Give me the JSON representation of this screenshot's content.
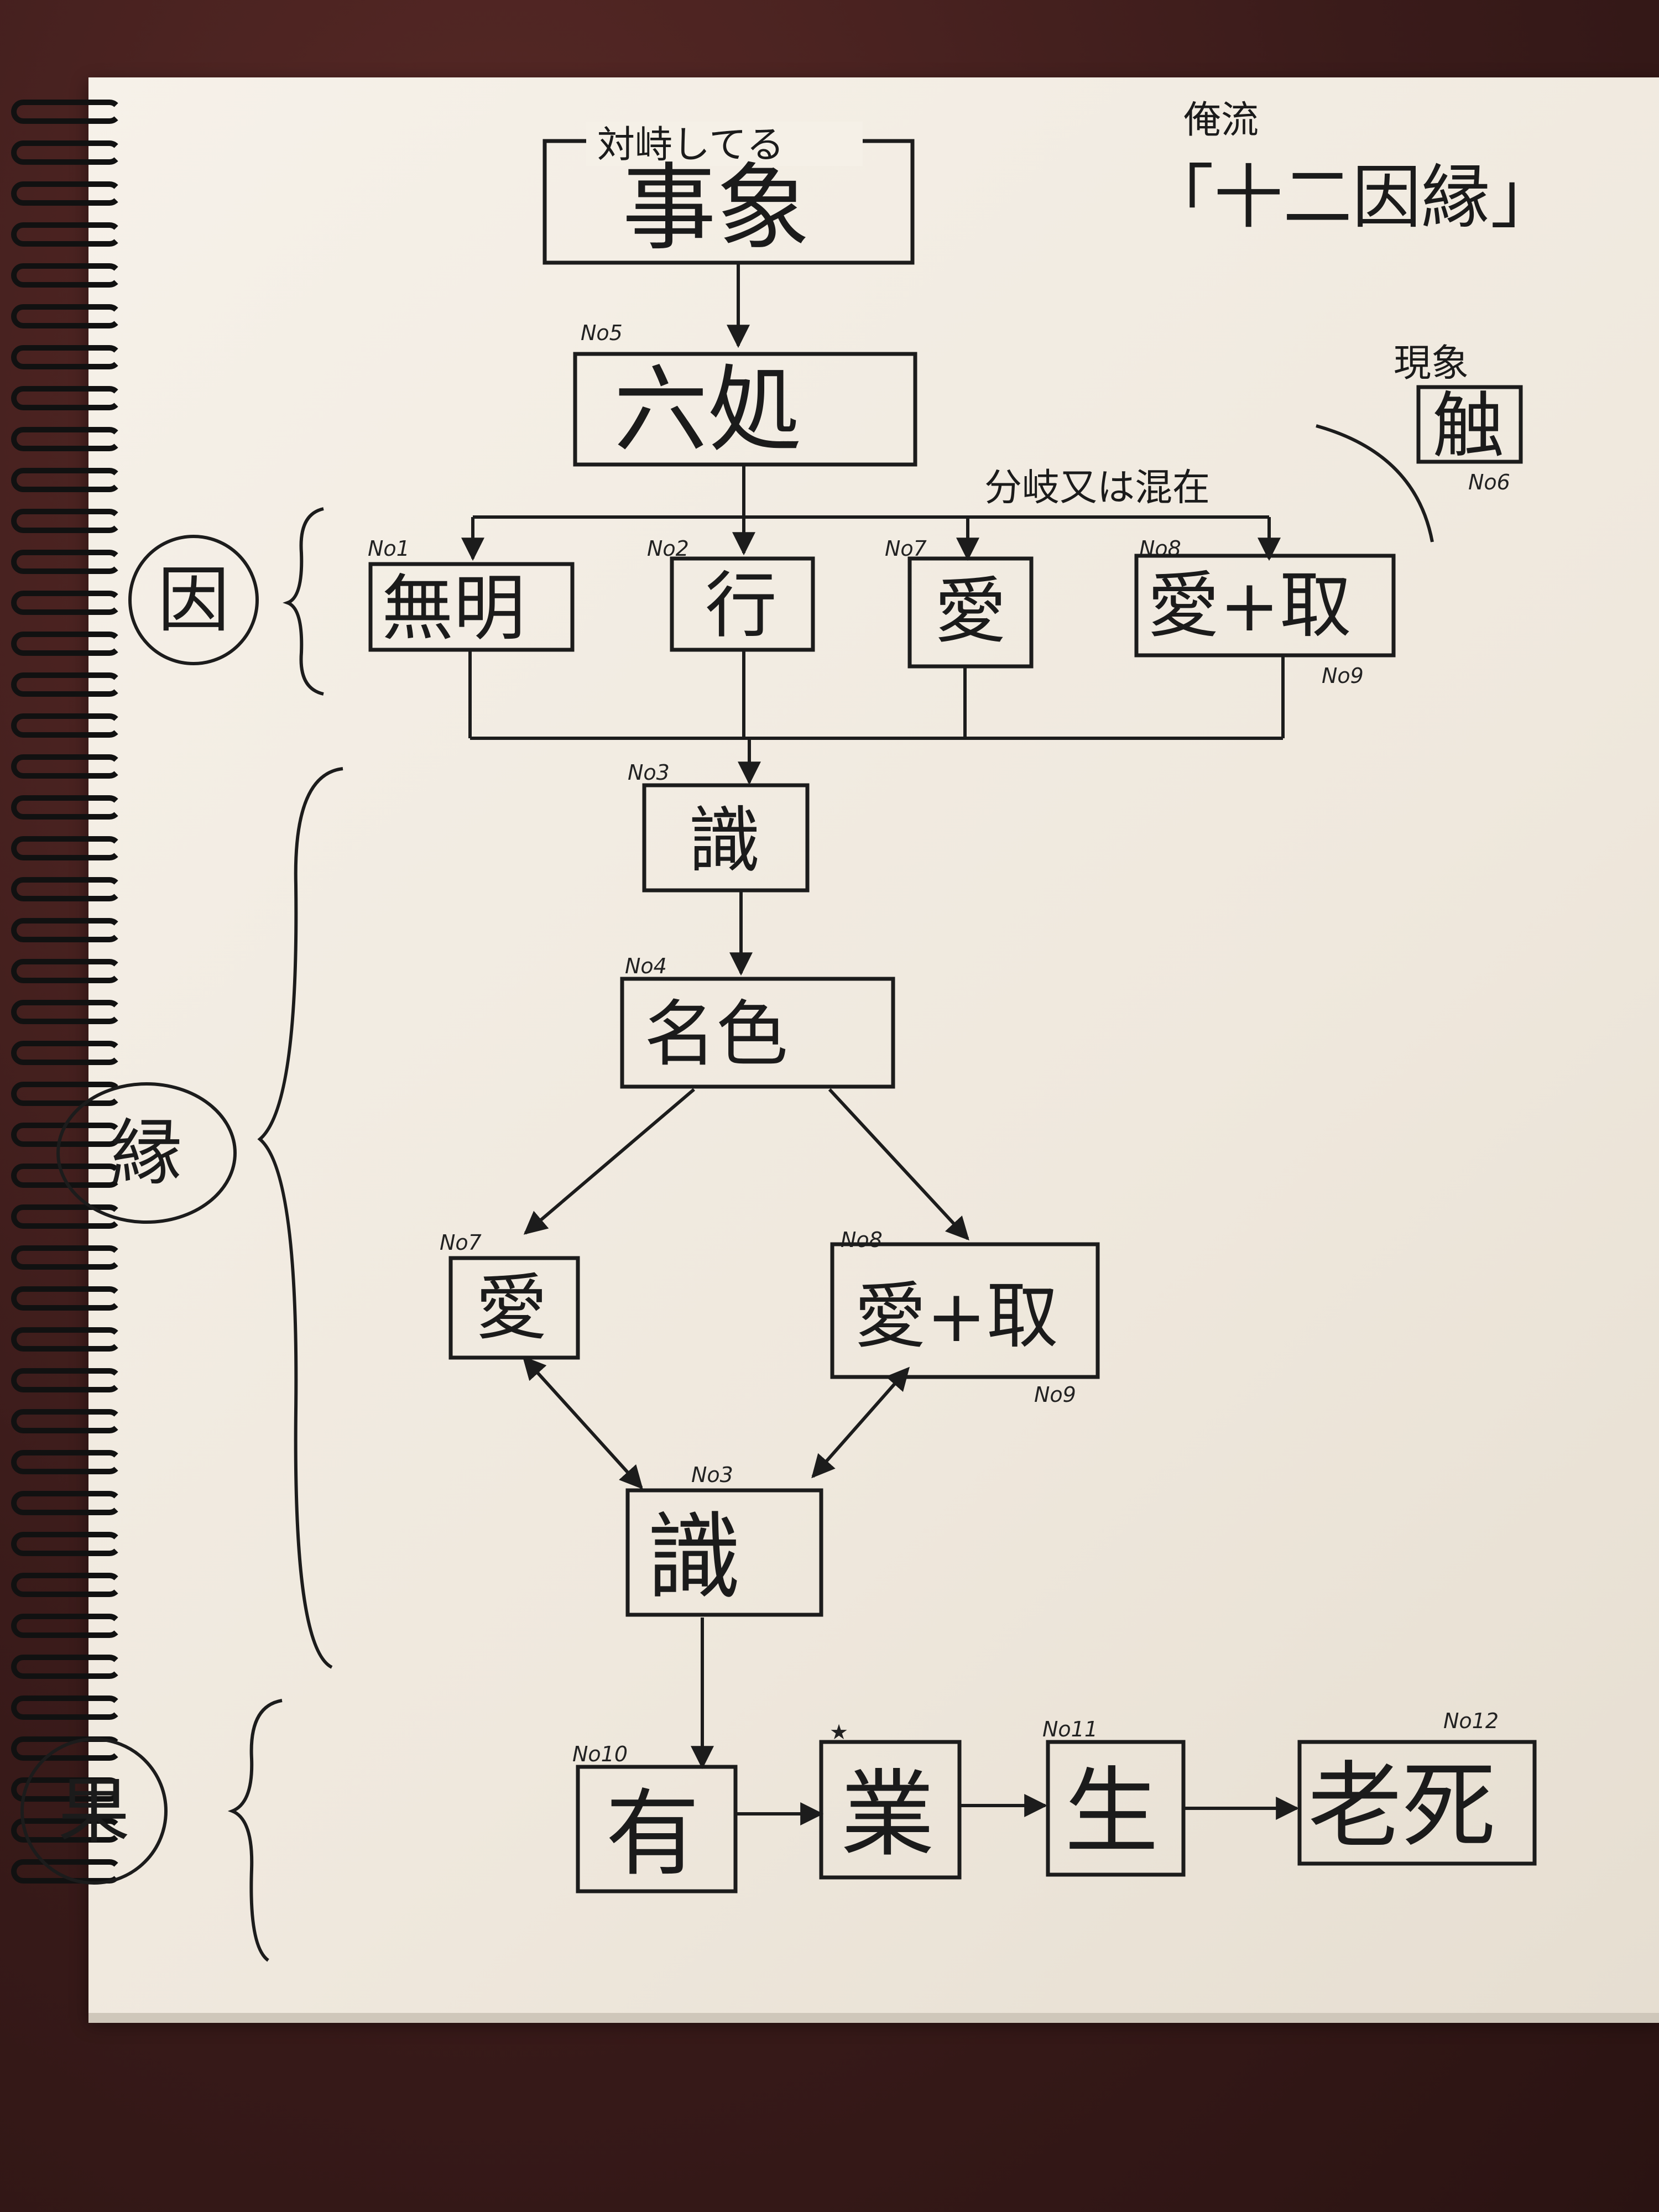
{
  "title": {
    "line1": "俺流",
    "line2": "「十二因縁」"
  },
  "top_label": "対峙してる",
  "nodes": {
    "jisho": "事象",
    "rokusho": "六処",
    "mumyo": "無明",
    "gyo": "行",
    "ai1": "愛",
    "aishu1": "愛+取",
    "shiki1": "識",
    "myoshiki": "名色",
    "ai2": "愛",
    "aishu2": "愛+取",
    "shiki2": "識",
    "u": "有",
    "go": "業",
    "sho": "生",
    "roshi": "老死"
  },
  "numbers": {
    "rokusho": "No5",
    "mumyo": "No1",
    "gyo": "No2",
    "ai1": "No7",
    "aishu1": "No8",
    "aishu1_b": "No9",
    "shiki1": "No3",
    "myoshiki": "No4",
    "ai2": "No7",
    "aishu2": "No8",
    "aishu2_b": "No9",
    "shiki2": "No3",
    "u": "No10",
    "go": "★",
    "sho": "No11",
    "roshi": "No12",
    "shoku": "No6"
  },
  "side_note": {
    "phenomenon": "現象",
    "touch": "触",
    "branch": "分岐又は混在"
  },
  "sections": {
    "cause": "因",
    "condition": "縁",
    "result": "果"
  },
  "colors": {
    "ink": "#1c1c1c",
    "paper": "#f3ede3",
    "desk": "#3b1c1c"
  }
}
